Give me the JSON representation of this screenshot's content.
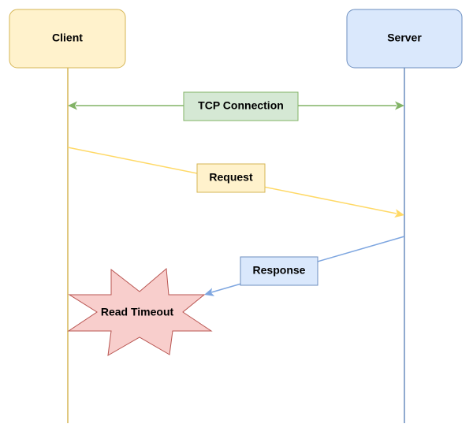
{
  "participants": {
    "client": {
      "label": "Client",
      "fill": "#fff2cc",
      "stroke": "#d6b656",
      "lifeline": "#d6b656"
    },
    "server": {
      "label": "Server",
      "fill": "#dae8fc",
      "stroke": "#6c8ebf",
      "lifeline": "#6c8ebf"
    }
  },
  "messages": {
    "tcp": {
      "label": "TCP Connection",
      "line": "#82b366",
      "fill": "#d5e8d4",
      "stroke": "#82b366"
    },
    "request": {
      "label": "Request",
      "line": "#ffd966",
      "fill": "#fff2cc",
      "stroke": "#d6b656"
    },
    "response": {
      "label": "Response",
      "line": "#7ea6e0",
      "fill": "#dae8fc",
      "stroke": "#6c8ebf"
    }
  },
  "event": {
    "label": "Read Timeout",
    "fill": "#f8cecc",
    "stroke": "#b85450"
  }
}
